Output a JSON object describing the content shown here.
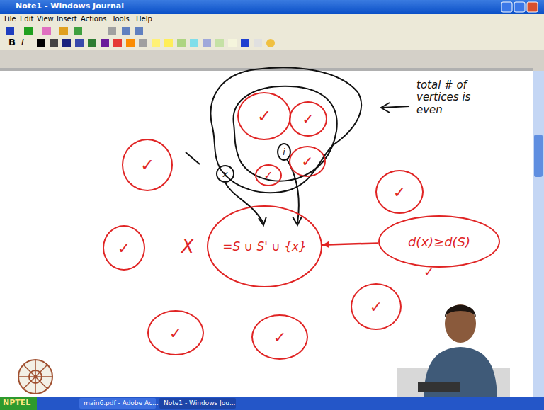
{
  "diagram": {
    "nodes": [
      {
        "text": [
          "✓"
        ]
      },
      {
        "text": [
          "✓"
        ]
      },
      {
        "text": [
          "i"
        ]
      },
      {
        "text": [
          "x"
        ]
      },
      {
        "text": [
          "✓"
        ]
      },
      {
        "text": [
          "✓"
        ]
      },
      {
        "text": [
          "✓"
        ]
      },
      {
        "text": [
          "✓"
        ]
      },
      {
        "text": [
          "✓"
        ]
      },
      {
        "text": [
          "=S ∪ S' ∪ {x}"
        ]
      },
      {
        "text": [
          "d(x)≥d(S)"
        ]
      },
      {
        "text": [
          "✓"
        ]
      },
      {
        "text": [
          "✓"
        ]
      },
      {
        "text": [
          "✓"
        ]
      }
    ],
    "edges": [
      {
        "from": 10,
        "to": 9,
        "arrow": "to"
      }
    ],
    "labels": [
      "Note1 - Windows Journal",
      "File",
      "Edit",
      "View",
      "Insert",
      "Actions",
      "Tools",
      "Help",
      "B",
      "I",
      "total # of vertices is even",
      "X",
      "✓",
      "NPTEL",
      "main6.pdf - Adobe Ac...",
      "Note1 - Windows Jou..."
    ]
  }
}
